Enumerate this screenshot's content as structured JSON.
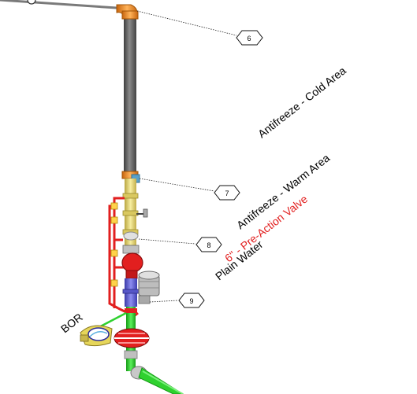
{
  "labels": {
    "cold_area": "Antifreeze - Cold Area",
    "warm_area": "Antifreeze - Warm Area",
    "pre_action_valve": "6\" - Pre-Action Valve",
    "plain_water": "Plain Water",
    "bor": "BOR"
  },
  "callouts": [
    {
      "id": "callout-6",
      "text": "6"
    },
    {
      "id": "callout-7",
      "text": "7"
    },
    {
      "id": "callout-8",
      "text": "8"
    },
    {
      "id": "callout-9",
      "text": "9"
    }
  ],
  "colors": {
    "riser_gray": "#6e6e6e",
    "elbow_orange": "#f08a1a",
    "antifreeze_yellow": "#f2e38a",
    "trim_red": "#e21f1f",
    "valve_blue": "#6a6ad6",
    "plain_water_green": "#2fd12f",
    "pre_action_text": "#e21f1f"
  }
}
